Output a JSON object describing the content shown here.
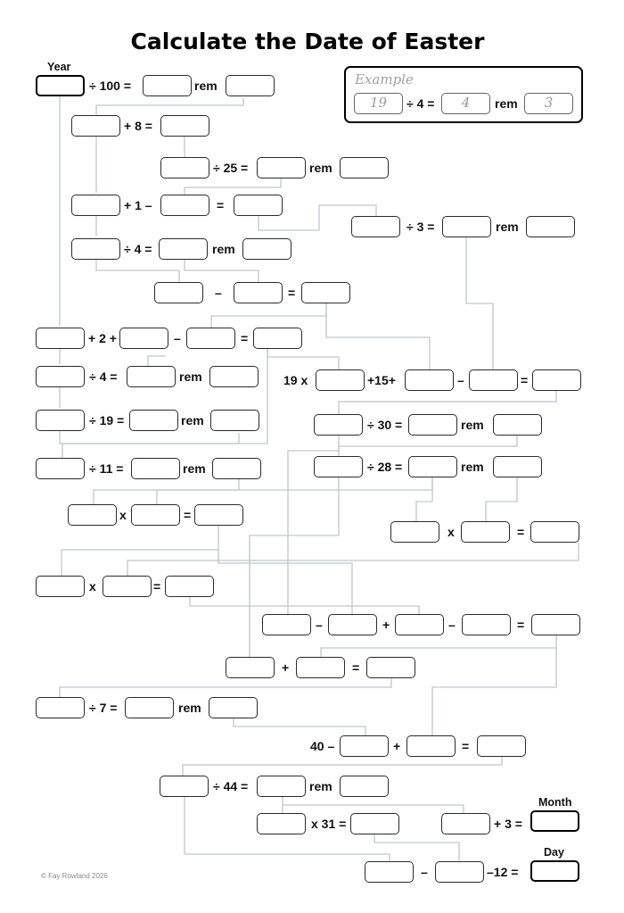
{
  "title": "Calculate the Date of Easter",
  "labels": {
    "year": "Year",
    "month": "Month",
    "day": "Day",
    "example": "Example"
  },
  "example": {
    "dividend": "19",
    "op": "÷ 4 =",
    "quotient": "4",
    "rem": "rem",
    "remainder": "3"
  },
  "ops": {
    "div100": "÷ 100 =",
    "plus8": "+ 8 =",
    "div25": "÷ 25 =",
    "plus1": "+ 1 –",
    "eq": "=",
    "div3": "÷ 3 =",
    "div4": "÷ 4 =",
    "minus": "–",
    "plus2": "+ 2 +",
    "div19": "÷ 19 =",
    "nineteen_x": "19 x",
    "plus15": "+15+",
    "div11": "÷ 11 =",
    "div30": "÷ 30 =",
    "div28": "÷ 28 =",
    "times": "x",
    "plus": "+",
    "div7": "÷ 7 =",
    "forty_minus": "40 –",
    "div44": "÷ 44 =",
    "times31": "x 31 =",
    "plus3": "+ 3 =",
    "minus12": "–12 =",
    "rem": "rem"
  },
  "copyright": "© Fay Rowland 2026",
  "colors": {
    "ink": "#111111",
    "wire": "#bfc6cc",
    "example_text": "#9a9a9a"
  }
}
